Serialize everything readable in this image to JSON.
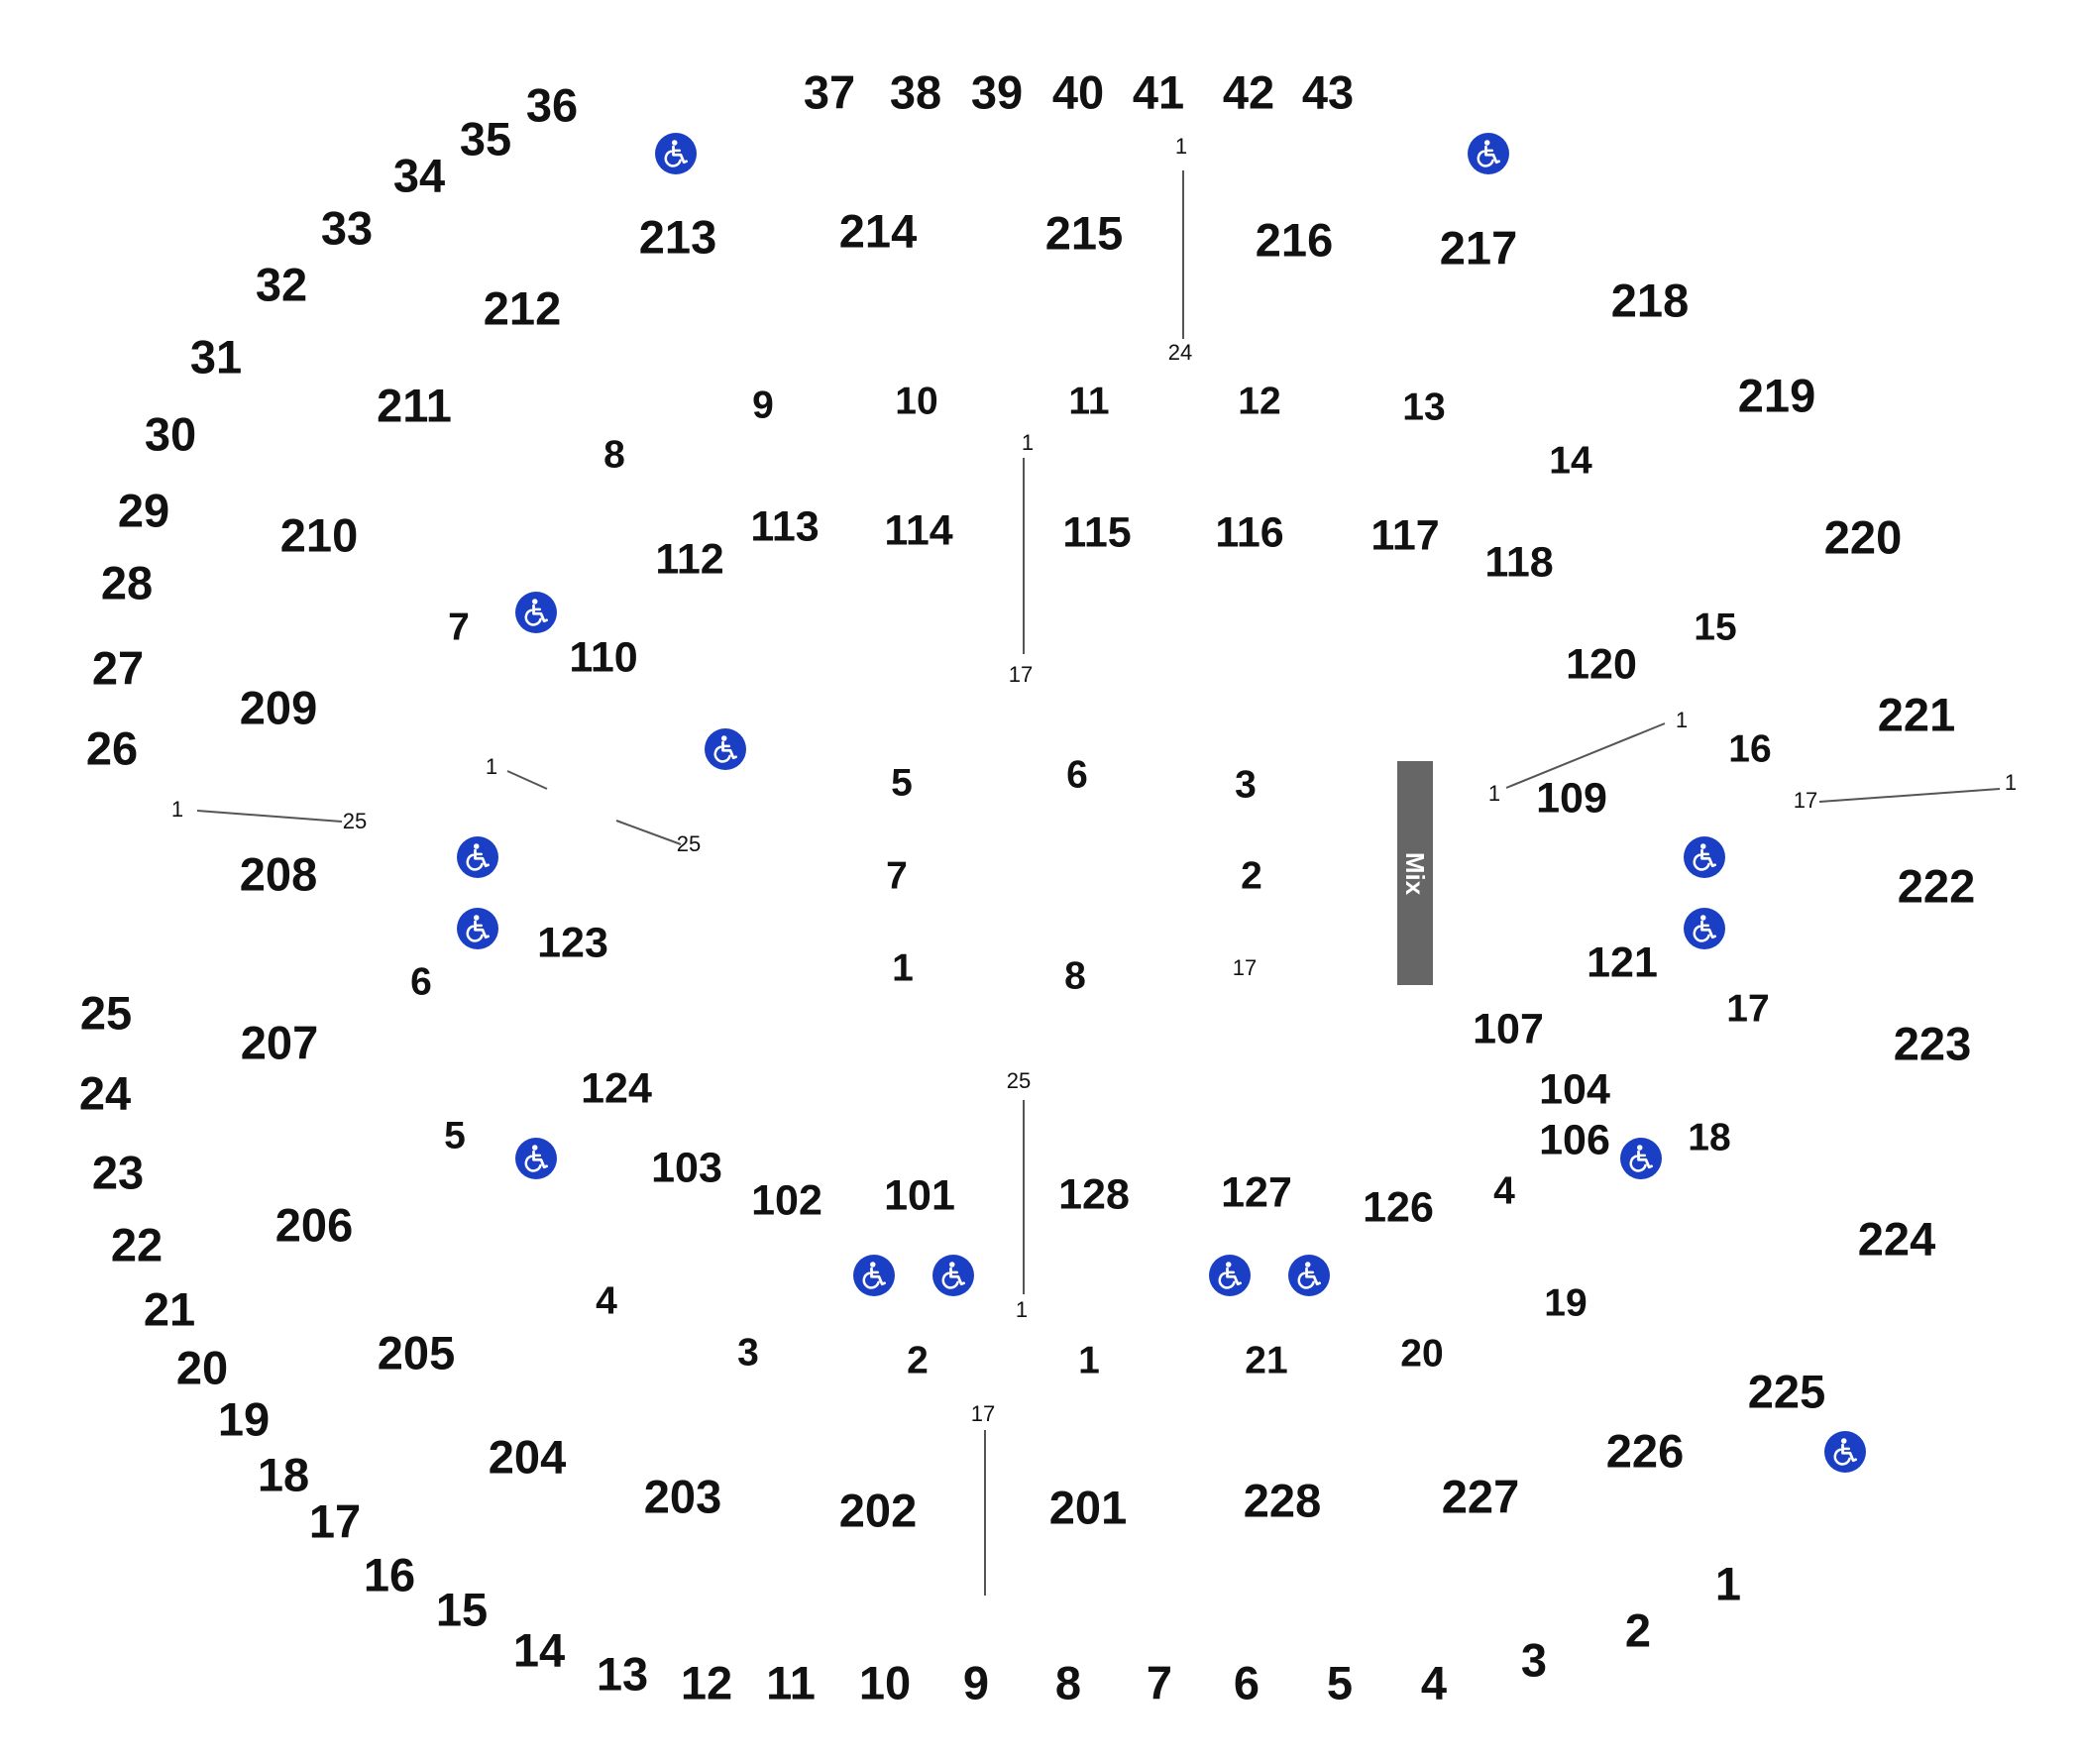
{
  "colors": {
    "accessible": "#1a3fc4",
    "mix_booth": "#666666",
    "row_line": "#555555",
    "text": "#111111"
  },
  "icon": "wheelchair-icon",
  "mix_booth_label": "Mix",
  "labels": [
    {
      "kind": "loge",
      "text": "37"
    },
    {
      "kind": "loge",
      "text": "38"
    },
    {
      "kind": "loge",
      "text": "39"
    },
    {
      "kind": "loge",
      "text": "40"
    },
    {
      "kind": "loge",
      "text": "41"
    },
    {
      "kind": "loge",
      "text": "42"
    },
    {
      "kind": "loge",
      "text": "43"
    },
    {
      "kind": "loge",
      "text": "36"
    },
    {
      "kind": "loge",
      "text": "35"
    },
    {
      "kind": "loge",
      "text": "34"
    },
    {
      "kind": "loge",
      "text": "33"
    },
    {
      "kind": "loge",
      "text": "32"
    },
    {
      "kind": "loge",
      "text": "31"
    },
    {
      "kind": "loge",
      "text": "30"
    },
    {
      "kind": "loge",
      "text": "29"
    },
    {
      "kind": "loge",
      "text": "28"
    },
    {
      "kind": "loge",
      "text": "27"
    },
    {
      "kind": "loge",
      "text": "26"
    },
    {
      "kind": "loge",
      "text": "25"
    },
    {
      "kind": "loge",
      "text": "24"
    },
    {
      "kind": "loge",
      "text": "23"
    },
    {
      "kind": "loge",
      "text": "22"
    },
    {
      "kind": "loge",
      "text": "21"
    },
    {
      "kind": "loge",
      "text": "20"
    },
    {
      "kind": "loge",
      "text": "19"
    },
    {
      "kind": "loge",
      "text": "18"
    },
    {
      "kind": "loge",
      "text": "17"
    },
    {
      "kind": "loge",
      "text": "16"
    },
    {
      "kind": "loge",
      "text": "15"
    },
    {
      "kind": "loge",
      "text": "14"
    },
    {
      "kind": "loge",
      "text": "13"
    },
    {
      "kind": "loge",
      "text": "12"
    },
    {
      "kind": "loge",
      "text": "11"
    },
    {
      "kind": "loge",
      "text": "10"
    },
    {
      "kind": "loge",
      "text": "9"
    },
    {
      "kind": "loge",
      "text": "8"
    },
    {
      "kind": "loge",
      "text": "7"
    },
    {
      "kind": "loge",
      "text": "6"
    },
    {
      "kind": "loge",
      "text": "5"
    },
    {
      "kind": "loge",
      "text": "4"
    },
    {
      "kind": "loge",
      "text": "3"
    },
    {
      "kind": "loge",
      "text": "2"
    },
    {
      "kind": "loge",
      "text": "1"
    },
    {
      "kind": "section200",
      "text": "213"
    },
    {
      "kind": "section200",
      "text": "214"
    },
    {
      "kind": "section200",
      "text": "215"
    },
    {
      "kind": "section200",
      "text": "216"
    },
    {
      "kind": "section200",
      "text": "217"
    },
    {
      "kind": "section200",
      "text": "218"
    },
    {
      "kind": "section200",
      "text": "219"
    },
    {
      "kind": "section200",
      "text": "220"
    },
    {
      "kind": "section200",
      "text": "221"
    },
    {
      "kind": "section200",
      "text": "222"
    },
    {
      "kind": "section200",
      "text": "223"
    },
    {
      "kind": "section200",
      "text": "224"
    },
    {
      "kind": "section200",
      "text": "225"
    },
    {
      "kind": "section200",
      "text": "226"
    },
    {
      "kind": "section200",
      "text": "227"
    },
    {
      "kind": "section200",
      "text": "228"
    },
    {
      "kind": "section200",
      "text": "201"
    },
    {
      "kind": "section200",
      "text": "202"
    },
    {
      "kind": "section200",
      "text": "203"
    },
    {
      "kind": "section200",
      "text": "204"
    },
    {
      "kind": "section200",
      "text": "205"
    },
    {
      "kind": "section200",
      "text": "206"
    },
    {
      "kind": "section200",
      "text": "207"
    },
    {
      "kind": "section200",
      "text": "208"
    },
    {
      "kind": "section200",
      "text": "209"
    },
    {
      "kind": "section200",
      "text": "210"
    },
    {
      "kind": "section200",
      "text": "211"
    },
    {
      "kind": "section200",
      "text": "212"
    },
    {
      "kind": "floor",
      "text": "9"
    },
    {
      "kind": "floor",
      "text": "10"
    },
    {
      "kind": "floor",
      "text": "11"
    },
    {
      "kind": "floor",
      "text": "12"
    },
    {
      "kind": "floor",
      "text": "13"
    },
    {
      "kind": "floor",
      "text": "14"
    },
    {
      "kind": "floor",
      "text": "8"
    },
    {
      "kind": "floor",
      "text": "7"
    },
    {
      "kind": "floor",
      "text": "15"
    },
    {
      "kind": "floor",
      "text": "16"
    },
    {
      "kind": "floor",
      "text": "6"
    },
    {
      "kind": "floor",
      "text": "17"
    },
    {
      "kind": "floor",
      "text": "5"
    },
    {
      "kind": "floor",
      "text": "18"
    },
    {
      "kind": "floor",
      "text": "4"
    },
    {
      "kind": "floor",
      "text": "19"
    },
    {
      "kind": "floor",
      "text": "3"
    },
    {
      "kind": "floor",
      "text": "2"
    },
    {
      "kind": "floor",
      "text": "1"
    },
    {
      "kind": "floor",
      "text": "21"
    },
    {
      "kind": "floor",
      "text": "20"
    },
    {
      "kind": "section100",
      "text": "113"
    },
    {
      "kind": "section100",
      "text": "114"
    },
    {
      "kind": "section100",
      "text": "115"
    },
    {
      "kind": "section100",
      "text": "116"
    },
    {
      "kind": "section100",
      "text": "117"
    },
    {
      "kind": "section100",
      "text": "118"
    },
    {
      "kind": "section100",
      "text": "112"
    },
    {
      "kind": "section100",
      "text": "110"
    },
    {
      "kind": "section100",
      "text": "120"
    },
    {
      "kind": "section100",
      "text": "109"
    },
    {
      "kind": "section100",
      "text": "121"
    },
    {
      "kind": "section100",
      "text": "107"
    },
    {
      "kind": "section100",
      "text": "123"
    },
    {
      "kind": "section100",
      "text": "106"
    },
    {
      "kind": "section100",
      "text": "124"
    },
    {
      "kind": "section100",
      "text": "104"
    },
    {
      "kind": "section100",
      "text": "103"
    },
    {
      "kind": "section100",
      "text": "102"
    },
    {
      "kind": "section100",
      "text": "101"
    },
    {
      "kind": "section100",
      "text": "128"
    },
    {
      "kind": "section100",
      "text": "127"
    },
    {
      "kind": "section100",
      "text": "126"
    },
    {
      "kind": "floor",
      "text": "4"
    },
    {
      "kind": "floor",
      "text": "5"
    },
    {
      "kind": "floor",
      "text": "6"
    },
    {
      "kind": "floor",
      "text": "3"
    },
    {
      "kind": "floor",
      "text": "7"
    },
    {
      "kind": "floor",
      "text": "2"
    },
    {
      "kind": "floor",
      "text": "1"
    },
    {
      "kind": "floor",
      "text": "8"
    },
    {
      "kind": "row",
      "text": "17"
    },
    {
      "kind": "row",
      "text": "1"
    },
    {
      "kind": "row",
      "text": "25"
    },
    {
      "kind": "row",
      "text": "1"
    },
    {
      "kind": "row",
      "text": "25"
    },
    {
      "kind": "row",
      "text": "1"
    },
    {
      "kind": "row",
      "text": "17"
    },
    {
      "kind": "row",
      "text": "1"
    },
    {
      "kind": "row",
      "text": "24"
    },
    {
      "kind": "row",
      "text": "1"
    },
    {
      "kind": "row",
      "text": "1"
    },
    {
      "kind": "row",
      "text": "17"
    },
    {
      "kind": "row",
      "text": "1"
    },
    {
      "kind": "row",
      "text": "25"
    },
    {
      "kind": "row",
      "text": "1"
    },
    {
      "kind": "row",
      "text": "17"
    }
  ]
}
